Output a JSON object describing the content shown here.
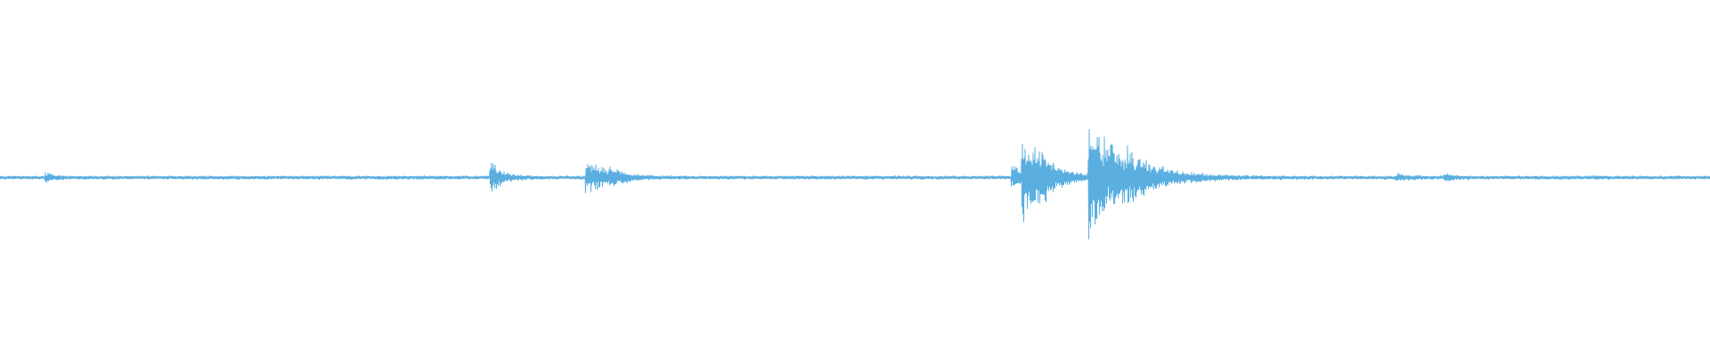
{
  "waveform": {
    "color": "#5aaee0",
    "background": "#ffffff",
    "baseline_amplitude": 0.006,
    "noise_amplitude": 0.01,
    "bursts": [
      {
        "position": 0.027,
        "peak": 0.012,
        "decay": 0.006
      },
      {
        "position": 0.287,
        "peak": 0.05,
        "decay": 0.007
      },
      {
        "position": 0.343,
        "peak": 0.06,
        "decay": 0.012
      },
      {
        "position": 0.357,
        "peak": 0.02,
        "decay": 0.006
      },
      {
        "position": 0.592,
        "peak": 0.04,
        "decay": 0.01
      },
      {
        "position": 0.598,
        "peak": 0.13,
        "decay": 0.012
      },
      {
        "position": 0.605,
        "peak": 0.05,
        "decay": 0.01
      },
      {
        "position": 0.637,
        "peak": 0.19,
        "decay": 0.022
      },
      {
        "position": 0.66,
        "peak": 0.03,
        "decay": 0.01
      },
      {
        "position": 0.817,
        "peak": 0.012,
        "decay": 0.006
      },
      {
        "position": 0.845,
        "peak": 0.012,
        "decay": 0.006
      }
    ]
  }
}
